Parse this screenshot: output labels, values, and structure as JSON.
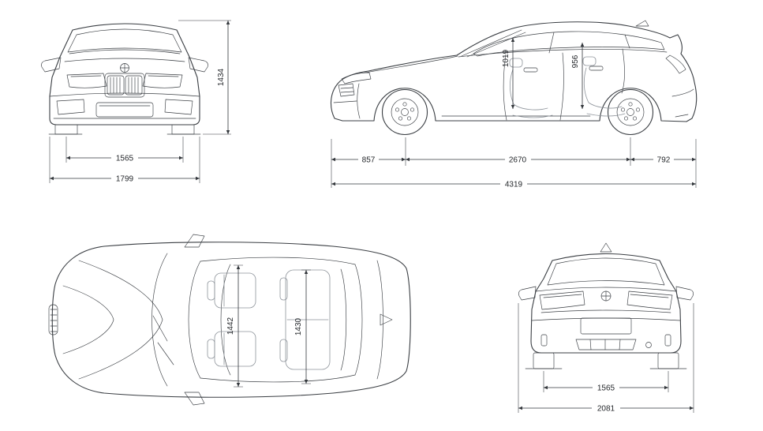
{
  "views": {
    "front": {
      "label": "front-view",
      "dims": {
        "overall_height": "1434",
        "track_width": "1565",
        "overall_width": "1799"
      }
    },
    "side": {
      "label": "side-view",
      "dims": {
        "front_interior_height": "1019",
        "rear_interior_height": "956",
        "front_overhang": "857",
        "wheelbase": "2670",
        "rear_overhang": "792",
        "overall_length": "4319"
      }
    },
    "top": {
      "label": "top-view",
      "dims": {
        "front_shoulder_width": "1442",
        "rear_shoulder_width": "1430"
      }
    },
    "rear": {
      "label": "rear-view",
      "dims": {
        "track_width": "1565",
        "width_incl_mirrors": "2081"
      }
    }
  },
  "colors": {
    "line": "#3a3e43",
    "dimension": "#33373c",
    "background": "#ffffff"
  }
}
